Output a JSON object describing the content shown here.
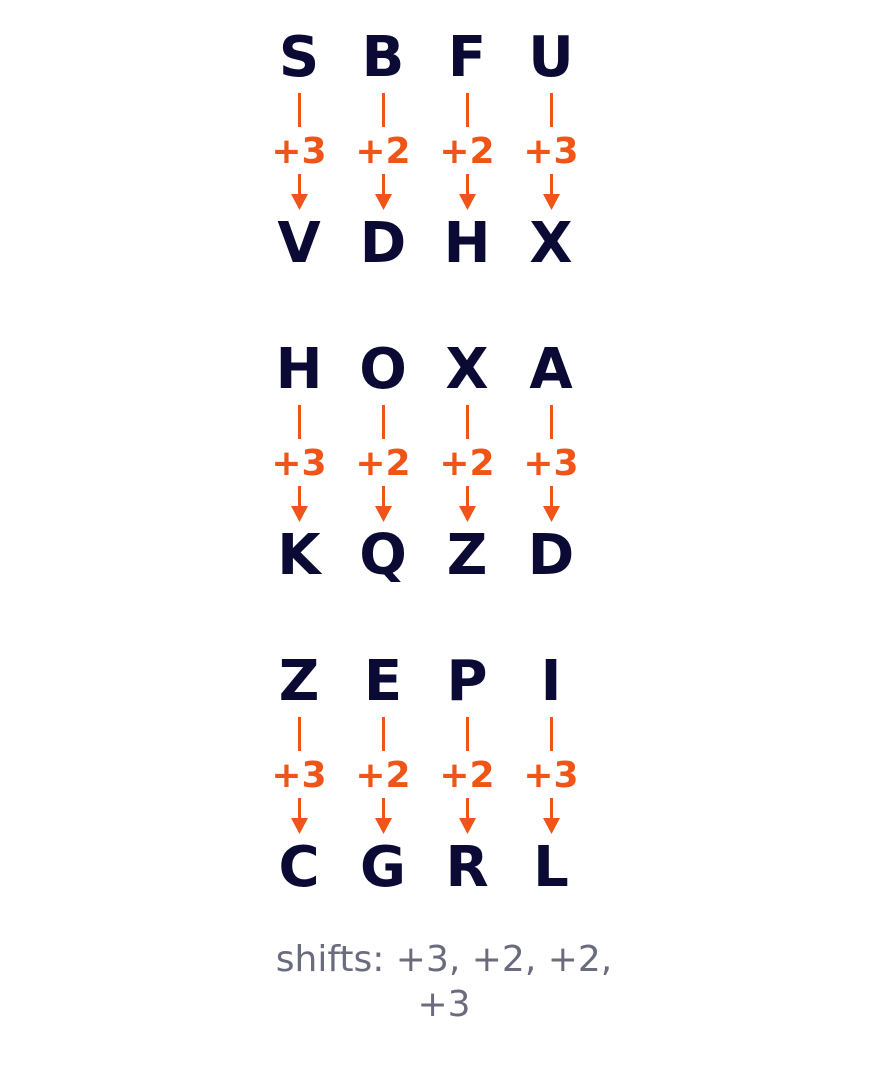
{
  "colors": {
    "letter": "#0b0a35",
    "accent": "#f05416",
    "caption": "#6b6b7e"
  },
  "groups": [
    {
      "columns": [
        {
          "from": "S",
          "shift": "+3",
          "to": "V"
        },
        {
          "from": "B",
          "shift": "+2",
          "to": "D"
        },
        {
          "from": "F",
          "shift": "+2",
          "to": "H"
        },
        {
          "from": "U",
          "shift": "+3",
          "to": "X"
        }
      ]
    },
    {
      "columns": [
        {
          "from": "H",
          "shift": "+3",
          "to": "K"
        },
        {
          "from": "O",
          "shift": "+2",
          "to": "Q"
        },
        {
          "from": "X",
          "shift": "+2",
          "to": "Z"
        },
        {
          "from": "A",
          "shift": "+3",
          "to": "D"
        }
      ]
    },
    {
      "columns": [
        {
          "from": "Z",
          "shift": "+3",
          "to": "C"
        },
        {
          "from": "E",
          "shift": "+2",
          "to": "G"
        },
        {
          "from": "P",
          "shift": "+2",
          "to": "R"
        },
        {
          "from": "I",
          "shift": "+3",
          "to": "L"
        }
      ]
    }
  ],
  "caption": {
    "line1": "shifts: +3, +2, +2,",
    "line2": "+3"
  }
}
